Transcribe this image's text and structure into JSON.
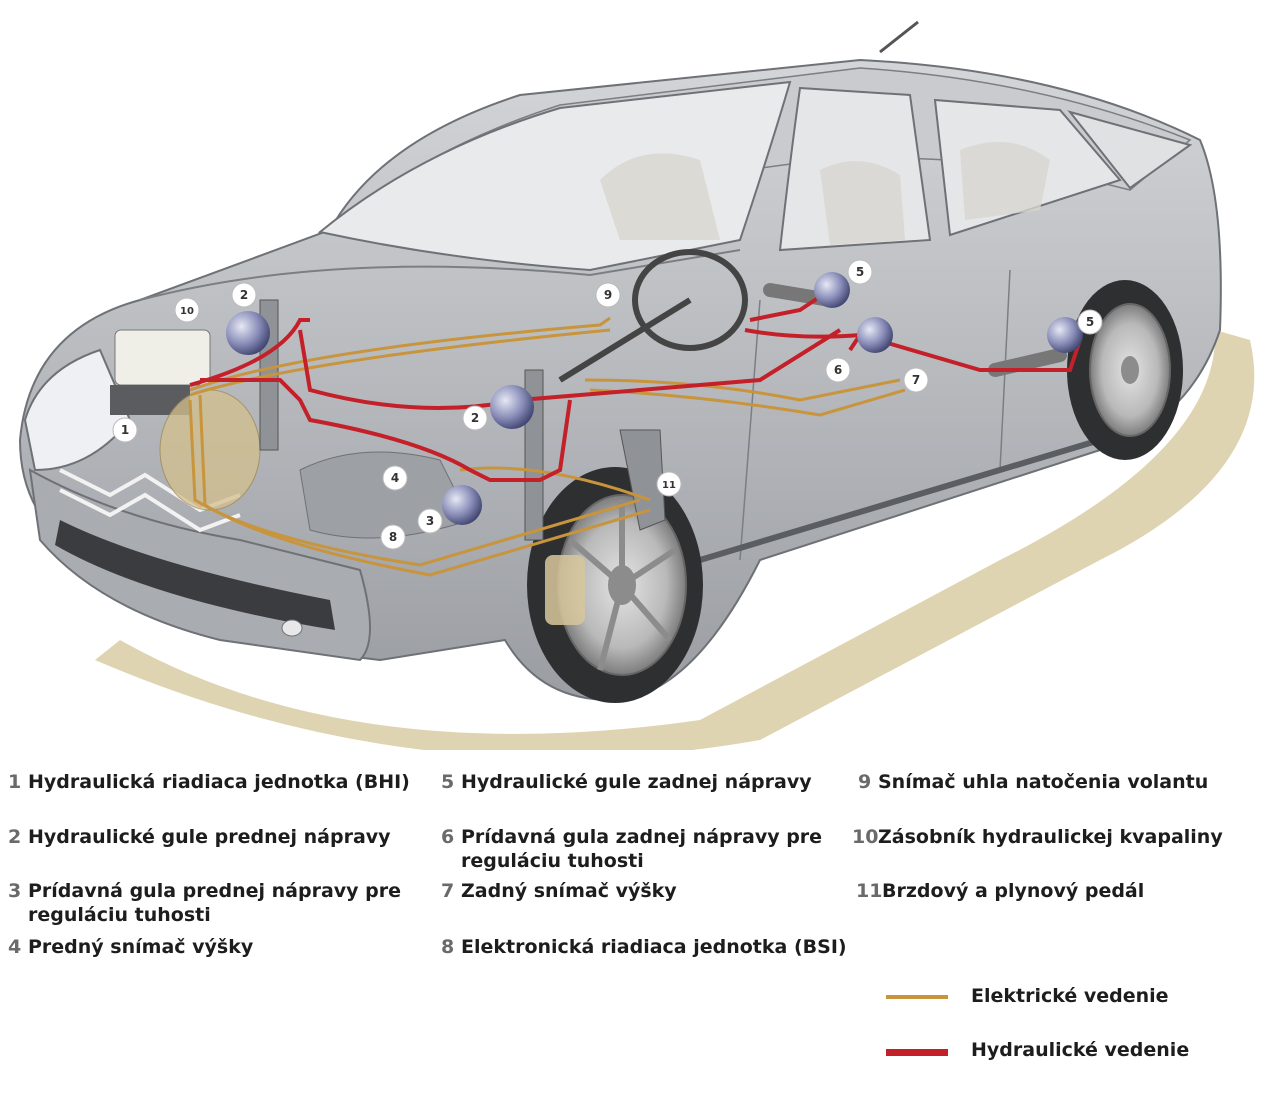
{
  "callouts": [
    "1",
    "2",
    "2",
    "3",
    "4",
    "5",
    "5",
    "6",
    "7",
    "8",
    "9",
    "10",
    "11"
  ],
  "legend": [
    {
      "num": "1",
      "text": "Hydraulická riadiaca jednotka (BHI)"
    },
    {
      "num": "2",
      "text": "Hydraulické gule prednej nápravy"
    },
    {
      "num": "3",
      "text": "Prídavná gula prednej nápravy pre reguláciu tuhosti"
    },
    {
      "num": "4",
      "text": "Predný snímač výšky"
    },
    {
      "num": "5",
      "text": "Hydraulické gule zadnej nápravy"
    },
    {
      "num": "6",
      "text": "Prídavná gula zadnej nápravy pre reguláciu tuhosti"
    },
    {
      "num": "7",
      "text": "Zadný snímač výšky"
    },
    {
      "num": "8",
      "text": "Elektronická riadiaca jednotka (BSI)"
    },
    {
      "num": "9",
      "text": "Snímač uhla natočenia volantu"
    },
    {
      "num": "10",
      "text": "Zásobník hydraulickej kvapaliny"
    },
    {
      "num": "11",
      "text": "Brzdový a plynový pedál"
    }
  ],
  "line_key": [
    {
      "label": "Elektrické vedenie",
      "color": "#c8943c"
    },
    {
      "label": "Hydraulické vedenie",
      "color": "#c4202a"
    }
  ],
  "colors": {
    "body": "#b9bcc0",
    "body_dark": "#8e9196",
    "electric": "#c8943c",
    "hydraulic": "#c4202a",
    "sphere": "#8a8fb8",
    "floor": "#dccfa8"
  }
}
